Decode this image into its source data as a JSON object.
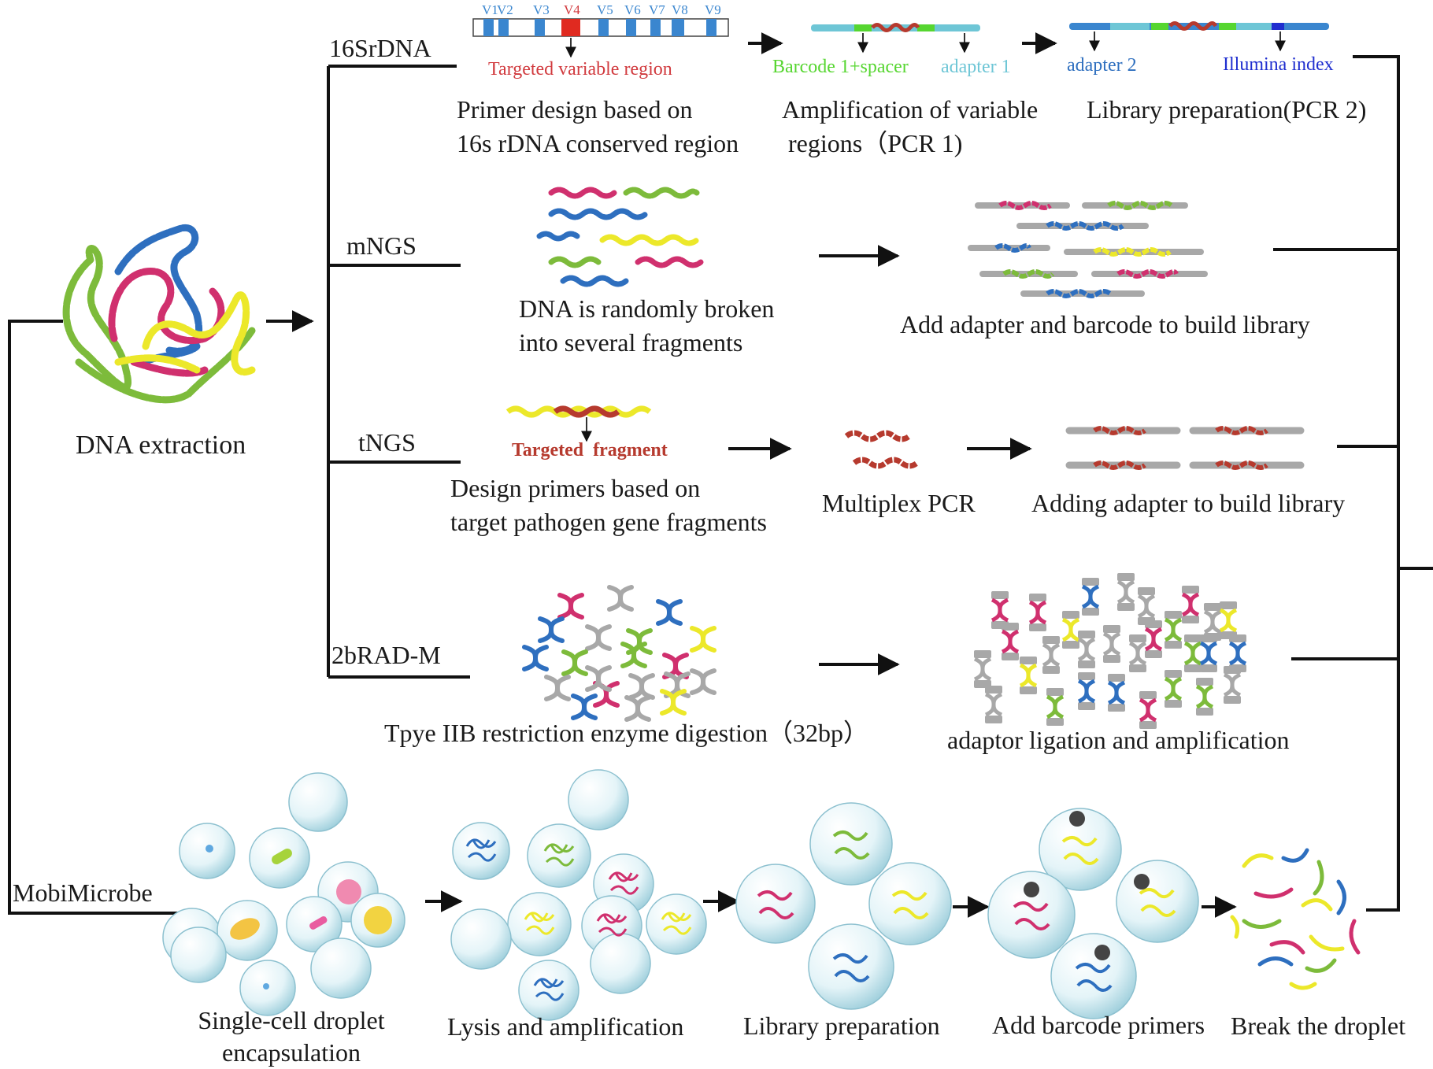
{
  "colors": {
    "line": "#111111",
    "red": "#d13a3e",
    "blue": "#2e6fbf",
    "green": "#7dbb3b",
    "yellow": "#ece82a",
    "pink": "#d0306e",
    "gray": "#a8a8a8",
    "teal": "#5bb7c8",
    "brown": "#b63a2e",
    "navy": "#1f2ecf",
    "bright_green": "#56d630",
    "light_teal": "#6ec6d6"
  },
  "source": {
    "label": "DNA extraction"
  },
  "branches": {
    "b16s": {
      "name": "16SrDNA",
      "regions": [
        "V1",
        "V2",
        "V3",
        "V4",
        "V5",
        "V6",
        "V7",
        "V8",
        "V9"
      ],
      "targeted_region": "Targeted variable region",
      "step1_line1": "Primer design based on",
      "step1_line2": "16s rDNA conserved region",
      "barcode_label": "Barcode 1+spacer",
      "adapter1_label": "adapter 1",
      "step2_line1": "Amplification of variable",
      "step2_line2": "regions（PCR 1)",
      "adapter2_label": "adapter 2",
      "illumina_label": "Illumina index",
      "step3": "Library preparation(PCR 2)"
    },
    "mngs": {
      "name": "mNGS",
      "step1_line1": "DNA is randomly broken",
      "step1_line2": "into several fragments",
      "step2": "Add adapter and barcode to build library"
    },
    "tngs": {
      "name": "tNGS",
      "targeted_fragment": "Targeted  fragment",
      "step1_line1": "Design primers based on",
      "step1_line2": "target pathogen gene fragments",
      "step2": "Multiplex PCR",
      "step3": "Adding adapter to build library"
    },
    "rad": {
      "name": "2bRAD-M",
      "step1": "Tpye IIB restriction enzyme digestion（32bp）",
      "step2": "adaptor ligation and amplification"
    },
    "mobi": {
      "name": "MobiMicrobe",
      "step1_line1": "Single-cell droplet",
      "step1_line2": "encapsulation",
      "step2": "Lysis and amplification",
      "step3": "Library preparation",
      "step4": "Add barcode primers",
      "step5": "Break the droplet"
    }
  }
}
